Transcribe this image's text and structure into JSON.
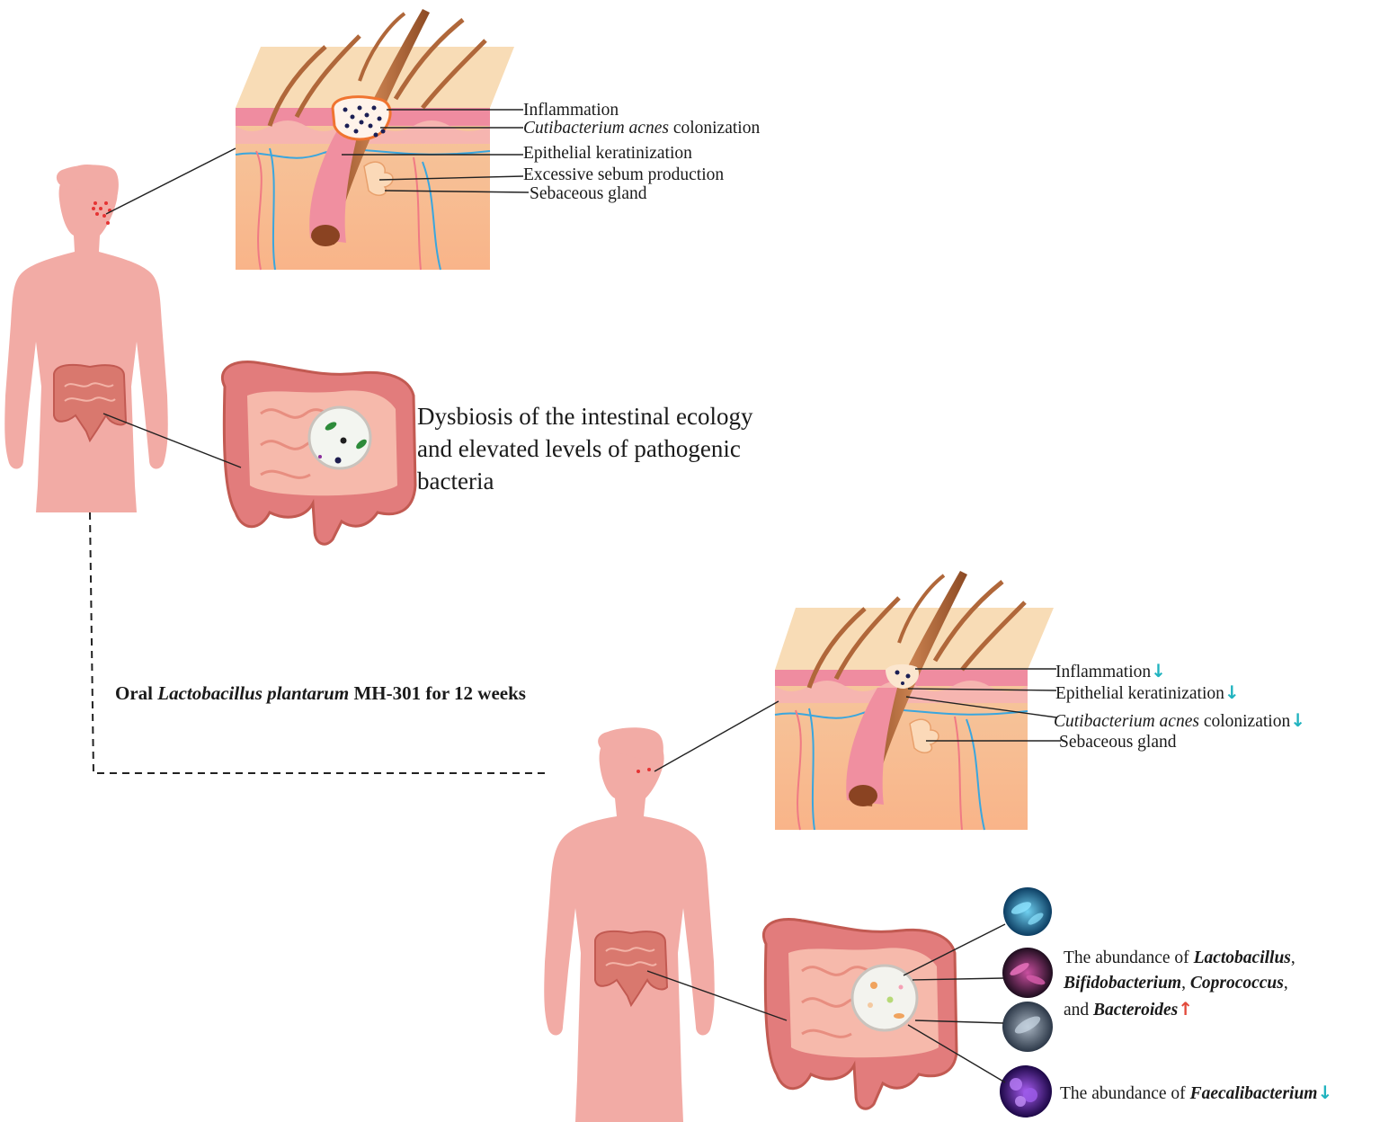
{
  "before": {
    "skin_labels": {
      "inflammation": "Inflammation",
      "c_acnes_genus": "Cutibacterium acnes",
      "c_acnes_suffix": " colonization",
      "keratinization": "Epithelial keratinization",
      "sebum": "Excessive sebum production",
      "gland": "Sebaceous gland"
    },
    "gut_text": {
      "line1": "Dysbiosis of the intestinal ecology",
      "line2": "and elevated levels of pathogenic",
      "line3": "bacteria"
    }
  },
  "treatment": {
    "prefix": "Oral ",
    "species": "Lactobacillus plantarum",
    "suffix": " MH-301 for 12 weeks"
  },
  "after": {
    "skin_labels": {
      "inflammation": "Inflammation",
      "keratinization": "Epithelial keratinization",
      "c_acnes_genus": "Cutibacterium acnes",
      "c_acnes_suffix": " colonization",
      "gland": "Sebaceous gland"
    },
    "gut_text": {
      "increase_prefix": "The abundance of ",
      "lactobacillus": "Lactobacillus",
      "comma1": ",",
      "bifidobacterium": "Bifidobacterium",
      "comma2": ", ",
      "coprococcus": "Coprococcus",
      "comma3": ",",
      "and": "and ",
      "bacteroides": "Bacteroides",
      "decrease_prefix": "The abundance of ",
      "faecalibacterium": "Faecalibacterium"
    },
    "arrows": {
      "down": "↓",
      "up": "↑"
    }
  },
  "colors": {
    "body": "#f2aba5",
    "skin_top": "#f7dcb6",
    "epidermis": "#ef8ca0",
    "dermis": "#f7c8a3",
    "hair": "#b0673a",
    "vein": "#3aa6de",
    "artery": "#f07a84",
    "gut": "#e27c7c",
    "down_arrow": "#20b3bf",
    "up_arrow": "#e24a3b"
  }
}
